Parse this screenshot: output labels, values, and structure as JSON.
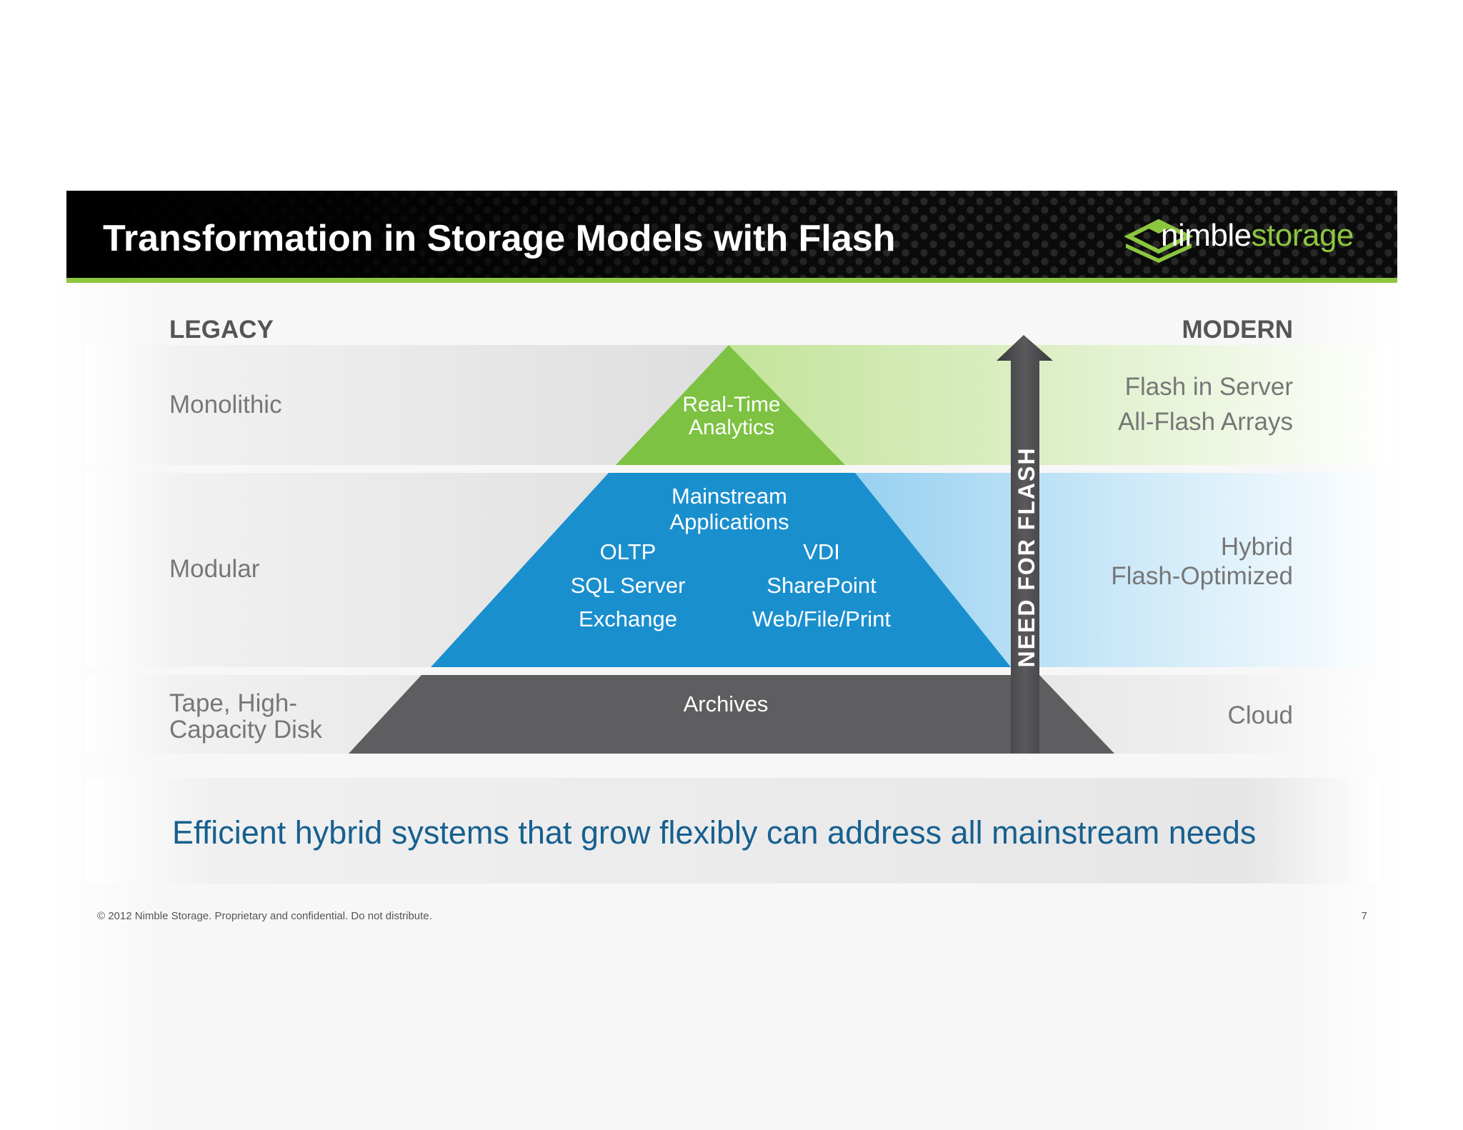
{
  "header": {
    "title": "Transformation in Storage Models with Flash",
    "logo": {
      "brand_first": "nimble",
      "brand_second": "storage",
      "icon": "nimble-logo-icon"
    }
  },
  "columns": {
    "left": "LEGACY",
    "right": "MODERN"
  },
  "tiers": {
    "top": {
      "left_label": "Monolithic",
      "right_lines": [
        "Flash in Server",
        "All-Flash Arrays"
      ],
      "pyramid_lines": [
        "Real-Time",
        "Analytics"
      ]
    },
    "middle": {
      "left_label": "Modular",
      "right_lines": [
        "Hybrid",
        "Flash-Optimized"
      ],
      "pyramid_title": [
        "Mainstream",
        "Applications"
      ],
      "apps_left": [
        "OLTP",
        "SQL Server",
        "Exchange"
      ],
      "apps_right": [
        "VDI",
        "SharePoint",
        "Web/File/Print"
      ]
    },
    "bottom": {
      "left_lines": [
        "Tape, High-",
        "Capacity Disk"
      ],
      "right_label": "Cloud",
      "pyramid_label": "Archives"
    }
  },
  "arrow_label": "NEED FOR FLASH",
  "tagline": "Efficient hybrid systems that grow flexibly can address all mainstream needs",
  "footer": {
    "copyright": "© 2012 Nimble Storage. Proprietary and confidential. Do not distribute.",
    "page_number": "7"
  },
  "colors": {
    "header_bg": "#0d0d0d",
    "accent_green": "#8cc63f",
    "pyramid_green": "#7dc242",
    "pyramid_blue": "#1a8fce",
    "pyramid_gray": "#5e5e60",
    "arrow_gray": "#4a4a4c",
    "tagline_blue": "#17608f"
  }
}
